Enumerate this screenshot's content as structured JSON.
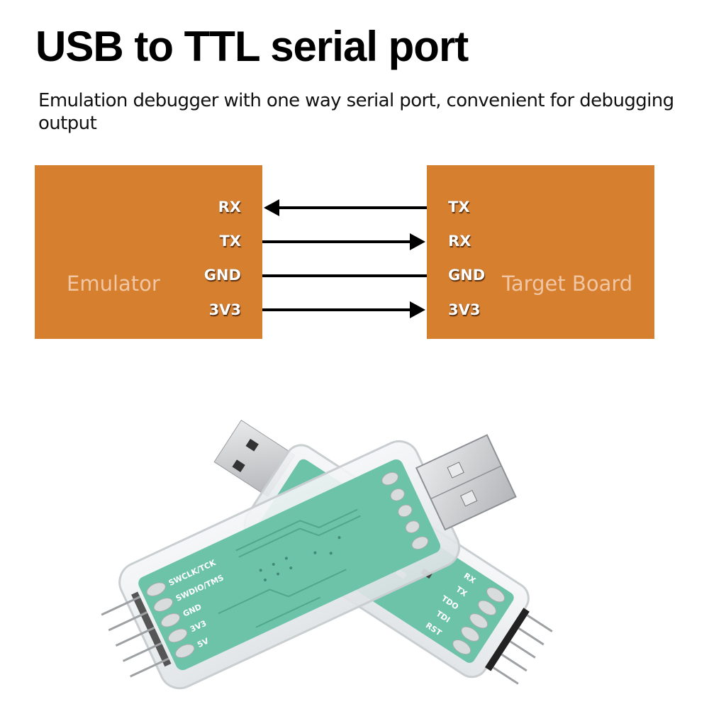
{
  "header": {
    "title": "USB to TTL serial port",
    "subtitle": "Emulation debugger with one way serial port, convenient for debugging output"
  },
  "diagram": {
    "left_box": {
      "name": "Emulator",
      "pins": [
        "RX",
        "TX",
        "GND",
        "3V3"
      ]
    },
    "right_box": {
      "name": "Target Board",
      "pins": [
        "TX",
        "RX",
        "GND",
        "3V3"
      ]
    },
    "connections": [
      {
        "from": "TX (Target Board)",
        "to": "RX (Emulator)",
        "direction": "right-to-left"
      },
      {
        "from": "TX (Emulator)",
        "to": "RX (Target Board)",
        "direction": "left-to-right"
      },
      {
        "from": "GND (Emulator)",
        "to": "GND (Target Board)",
        "direction": "none"
      },
      {
        "from": "3V3 (Emulator)",
        "to": "3V3 (Target Board)",
        "direction": "left-to-right"
      }
    ],
    "colors": {
      "box": "#D67F2F",
      "box_label": "#F1C6A4",
      "pin_label": "#FFFFFF",
      "wire": "#000000"
    }
  },
  "photo": {
    "description": "Two transparent-cased USB debugger modules with green PCBs and header pins",
    "front_device_labels": [
      "SWCLK/TCK",
      "SWDIO/TMS",
      "GND",
      "3V3",
      "5V"
    ],
    "back_device_labels": [
      "RX",
      "TX",
      "TDO",
      "TDI",
      "RST"
    ],
    "colors": {
      "pcb": "#6CC3A8",
      "usb_metal": "#C9CACC"
    }
  }
}
